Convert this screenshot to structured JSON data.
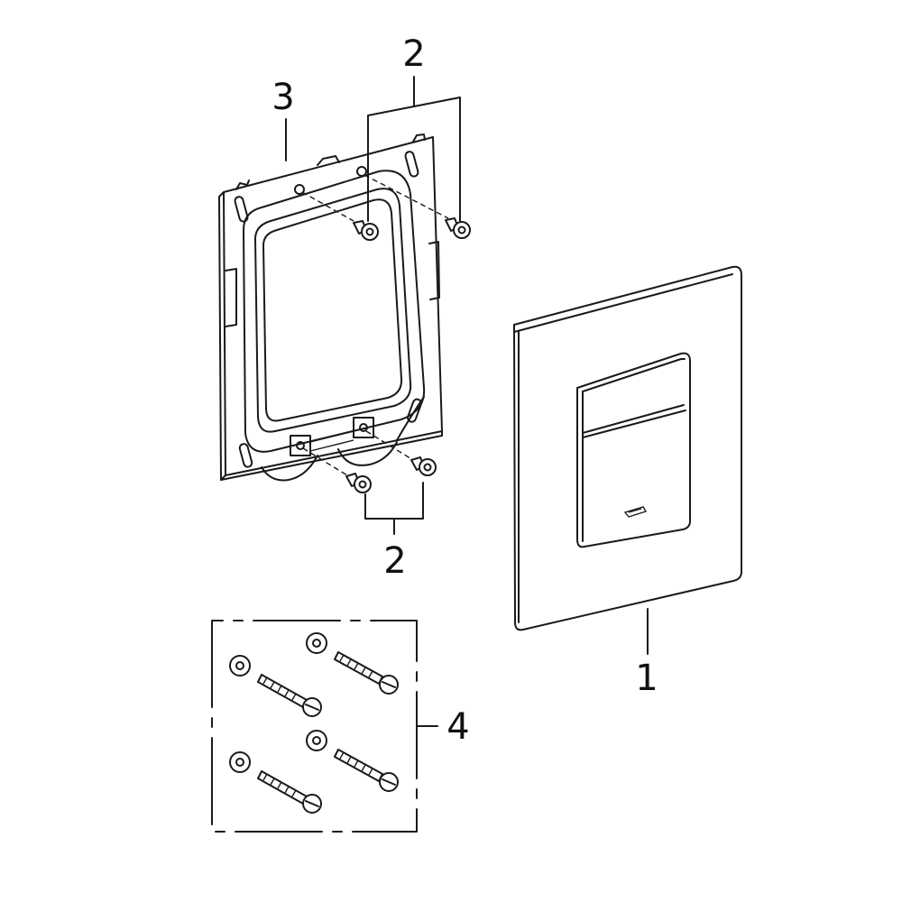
{
  "callouts": {
    "top_screws": "2",
    "frame": "3",
    "bottom_screws": "2",
    "fixing_set": "4",
    "plate": "1"
  },
  "colors": {
    "line": "#1a1a1a",
    "background": "#ffffff"
  }
}
